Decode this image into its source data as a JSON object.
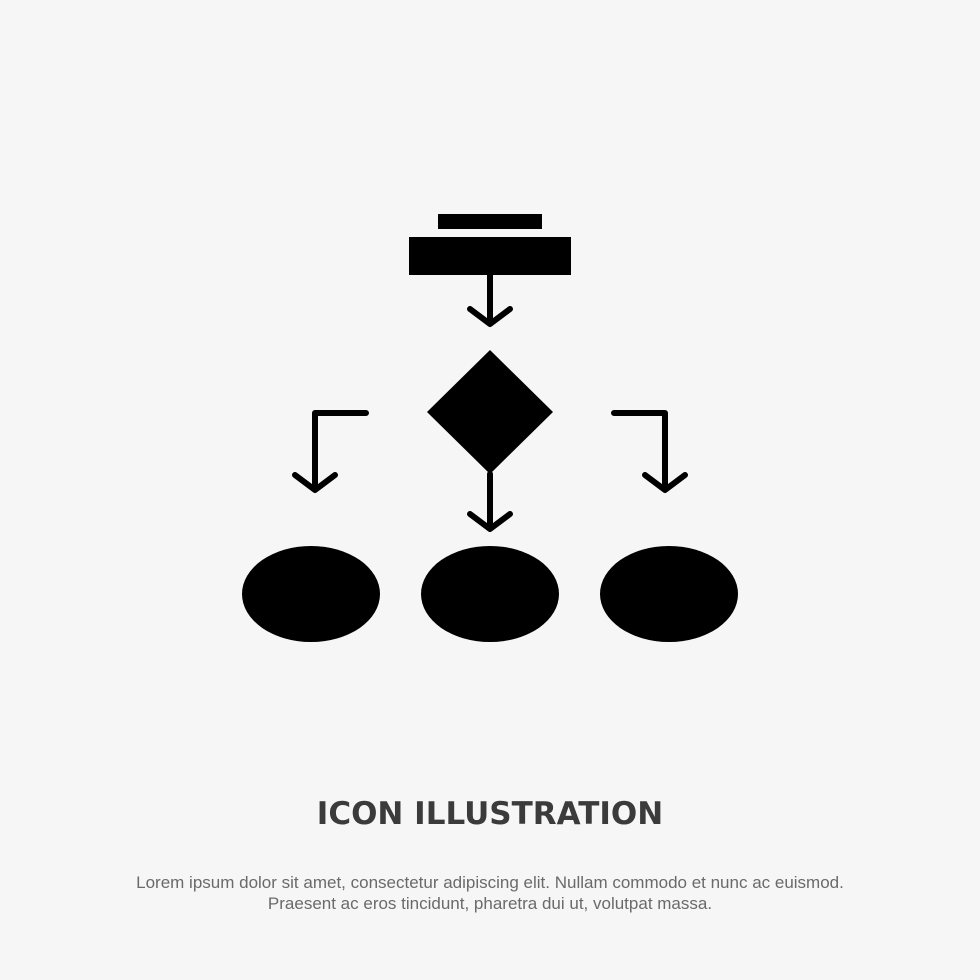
{
  "icon": {
    "name": "flowchart-icon",
    "color": "#000000"
  },
  "background_color": "#f6f6f6",
  "title": "ICON ILLUSTRATION",
  "caption": {
    "line1": "Lorem ipsum dolor sit amet, consectetur adipiscing elit. Nullam commodo et nunc ac euismod.",
    "line2": "Praesent ac eros tincidunt, pharetra dui ut, volutpat massa."
  }
}
